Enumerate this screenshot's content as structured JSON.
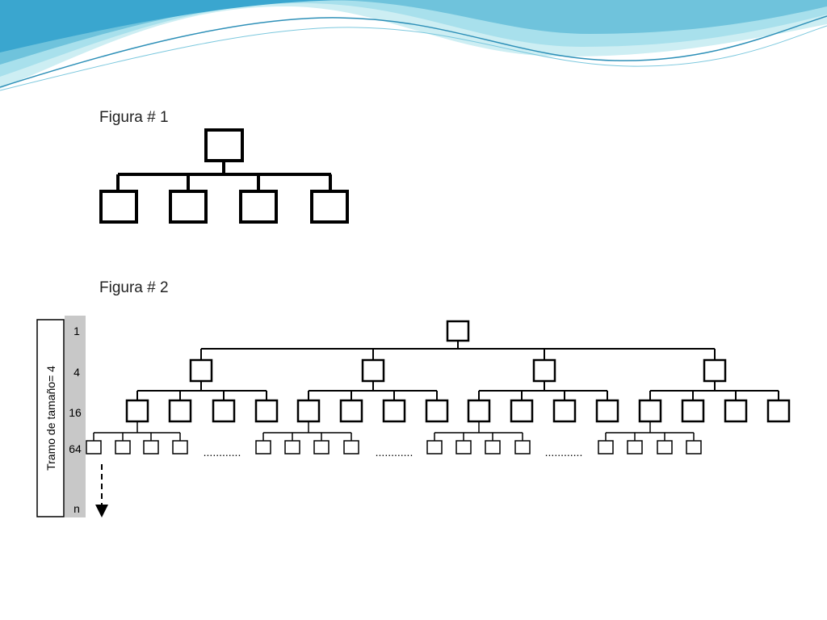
{
  "figure1": {
    "title": "Figura # 1"
  },
  "figure2": {
    "title": "Figura # 2",
    "side_label": "Tramo de tamaño= 4",
    "levels": [
      "1",
      "4",
      "16",
      "64",
      "n"
    ],
    "ellipsis": "............"
  },
  "colors": {
    "wave_light": "#cdeef3",
    "wave_mid": "#8fd3e3",
    "wave_dark": "#3aa6cf",
    "level_band": "#c8c8c8",
    "line": "#000000"
  }
}
